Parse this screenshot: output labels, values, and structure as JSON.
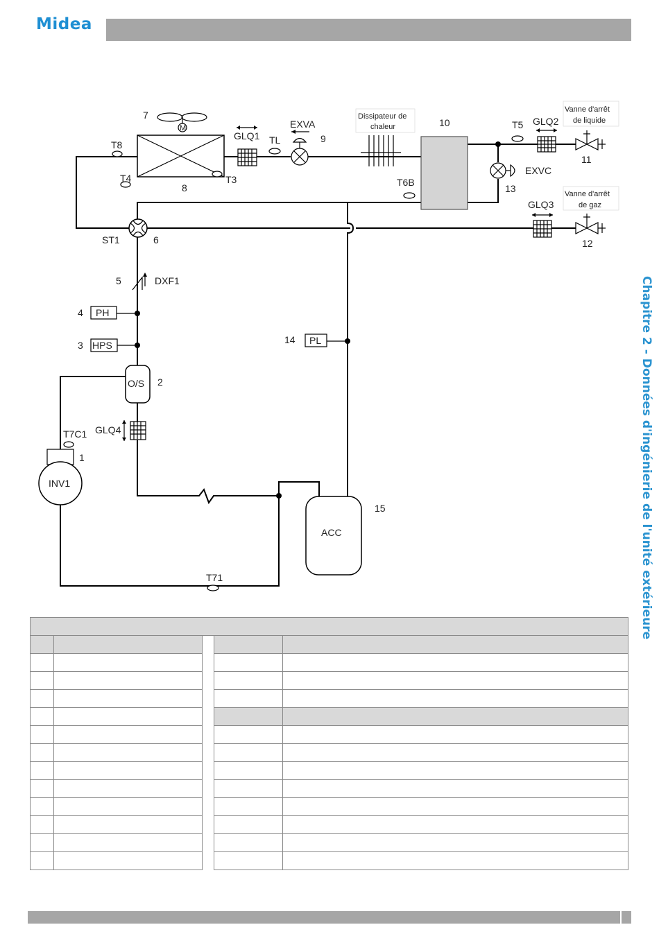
{
  "header": {
    "logo_text": "Midea"
  },
  "side_title": "Chapitre 2 - Données d'ingénierie de l'unité extérieure",
  "diagram": {
    "fan_number": "7",
    "fan_motor": "M",
    "heat_exchanger_number": "8",
    "t8": "T8",
    "t4": "T4",
    "t3": "T3",
    "glq1": "GLQ1",
    "tl": "TL",
    "exva": "EXVA",
    "n9": "9",
    "dissipateur": [
      "Dissipateur de",
      "chaleur"
    ],
    "n10": "10",
    "t5": "T5",
    "glq2": "GLQ2",
    "vanne_liquide": [
      "Vanne d'arrêt",
      "de liquide"
    ],
    "n11": "11",
    "t6b": "T6B",
    "exvc": "EXVC",
    "n13": "13",
    "glq3": "GLQ3",
    "vanne_gaz": [
      "Vanne d'arrêt",
      "de gaz"
    ],
    "n12": "12",
    "st1": "ST1",
    "n6": "6",
    "n5": "5",
    "dxf1": "DXF1",
    "n4": "4",
    "ph": "PH",
    "n3": "3",
    "hps": "HPS",
    "os": "O/S",
    "n2": "2",
    "t7c1": "T7C1",
    "n1": "1",
    "inv1": "INV1",
    "glq4": "GLQ4",
    "n14": "14",
    "pl": "PL",
    "acc": "ACC",
    "n15": "15",
    "t71": "T71"
  }
}
